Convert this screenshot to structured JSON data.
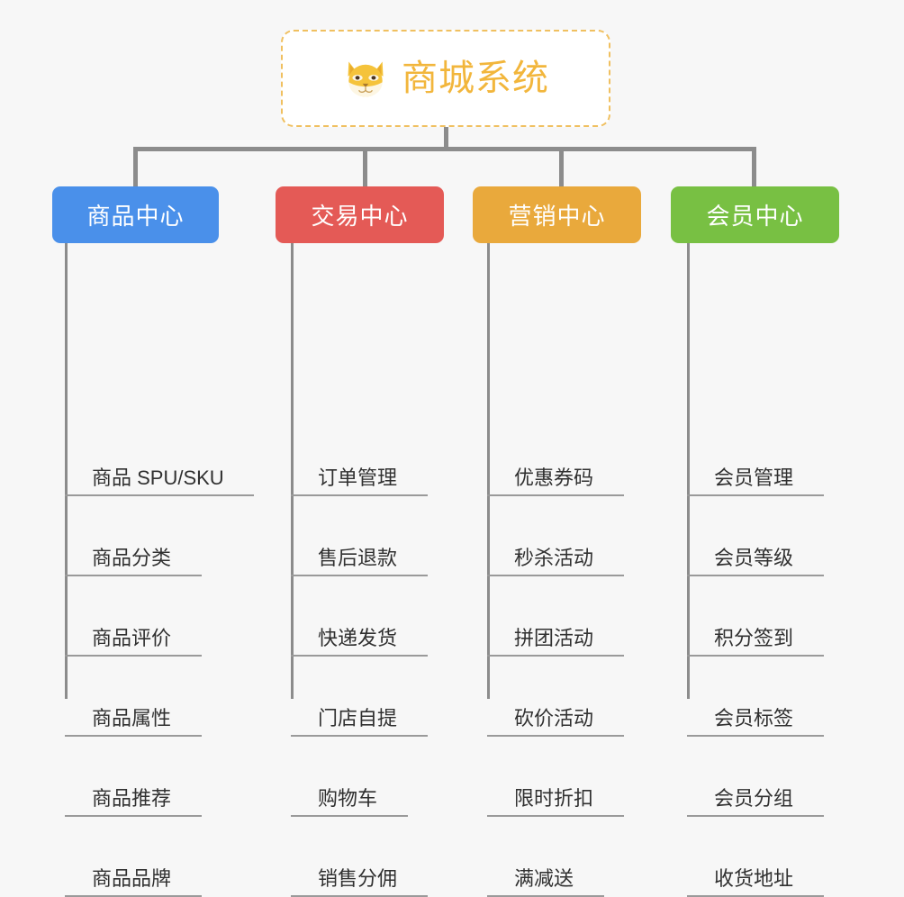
{
  "page": {
    "background_color": "#f7f7f7",
    "connector_color": "#8c8c8c",
    "leaf_rule_color": "#9a9a9a",
    "leaf_text_color": "#303030"
  },
  "root": {
    "title": "商城系统",
    "icon": "shiba-dog-face-emoji",
    "text_color": "#f2b63c",
    "border_color": "#f0c060",
    "background_color": "#ffffff"
  },
  "branches": [
    {
      "label": "商品中心",
      "color": "#4a90ea",
      "leaves": [
        "商品 SPU/SKU",
        "商品分类",
        "商品评价",
        "商品属性",
        "商品推荐",
        "商品品牌"
      ]
    },
    {
      "label": "交易中心",
      "color": "#e45a56",
      "leaves": [
        "订单管理",
        "售后退款",
        "快递发货",
        "门店自提",
        "购物车",
        "销售分佣"
      ]
    },
    {
      "label": "营销中心",
      "color": "#e9a93c",
      "leaves": [
        "优惠券码",
        "秒杀活动",
        "拼团活动",
        "砍价活动",
        "限时折扣",
        "满减送"
      ]
    },
    {
      "label": "会员中心",
      "color": "#78c043",
      "leaves": [
        "会员管理",
        "会员等级",
        "积分签到",
        "会员标签",
        "会员分组",
        "收货地址"
      ]
    }
  ]
}
